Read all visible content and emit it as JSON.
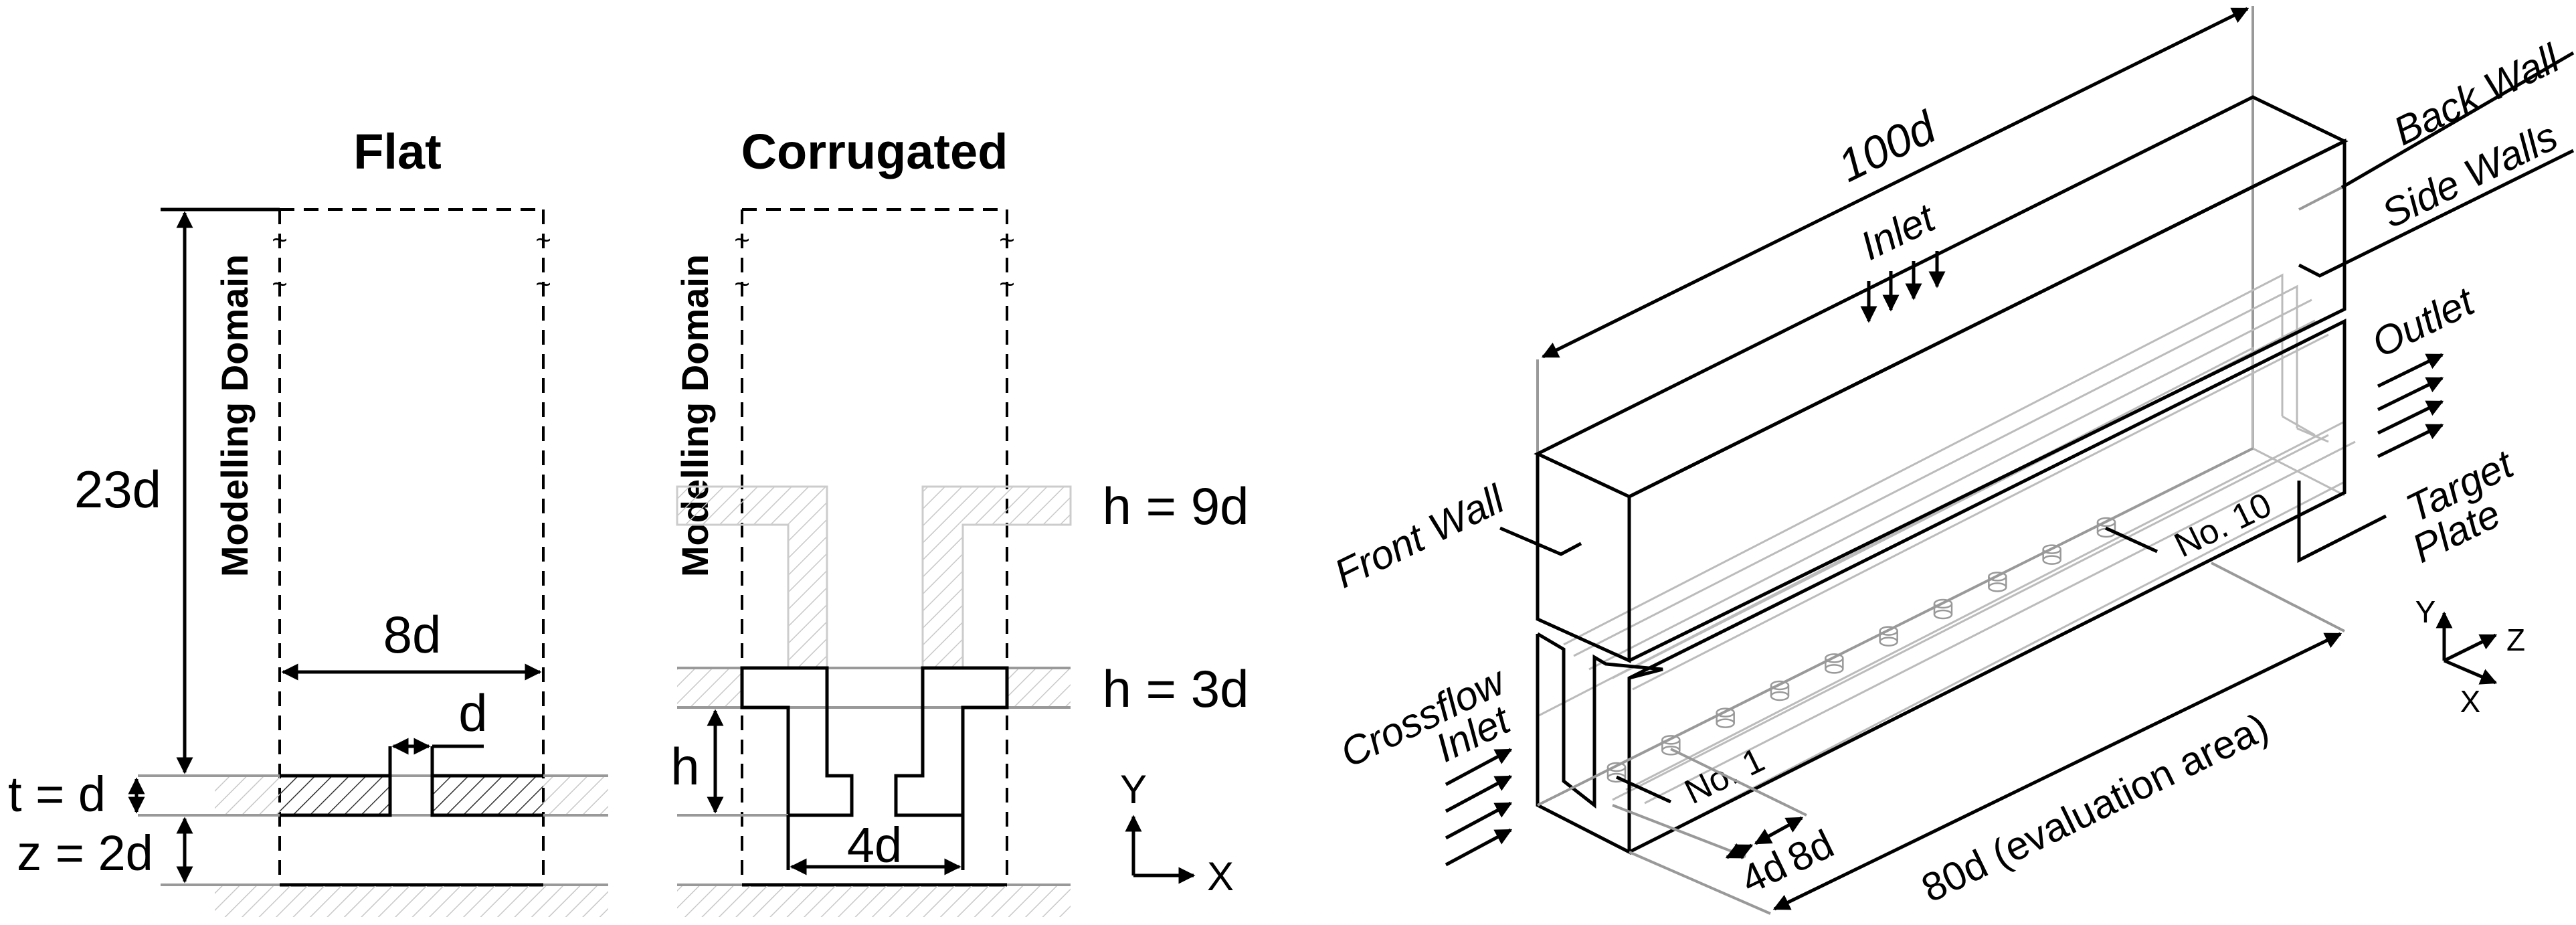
{
  "left_figure": {
    "flat": {
      "title": "Flat",
      "domain_label": "Modelling Domain",
      "height_label": "23d",
      "width_label": "8d",
      "hole_label": "d",
      "thickness_label": "t = d",
      "gap_label": "z = 2d"
    },
    "corrugated": {
      "title": "Corrugated",
      "domain_label": "Modelling Domain",
      "h9_label": "h = 9d",
      "h3_label": "h = 3d",
      "h_label": "h",
      "width_label": "4d"
    },
    "axes": {
      "y": "Y",
      "x": "X"
    }
  },
  "right_figure": {
    "length_label": "100d",
    "inlet_label": "Inlet",
    "back_wall_label": "Back Wall",
    "side_walls_label": "Side Walls",
    "outlet_label": "Outlet",
    "target_plate_label": [
      "Target",
      "Plate"
    ],
    "front_wall_label": "Front Wall",
    "crossflow_label": [
      "Crossflow",
      "Inlet"
    ],
    "jet_first_label": "No. 1",
    "jet_last_label": "No. 10",
    "spacing_labels": [
      "4d",
      "8d"
    ],
    "evaluation_label": "80d (evaluation area)",
    "axes": {
      "y": "Y",
      "z": "Z",
      "x": "X"
    },
    "jet_count": 10
  }
}
